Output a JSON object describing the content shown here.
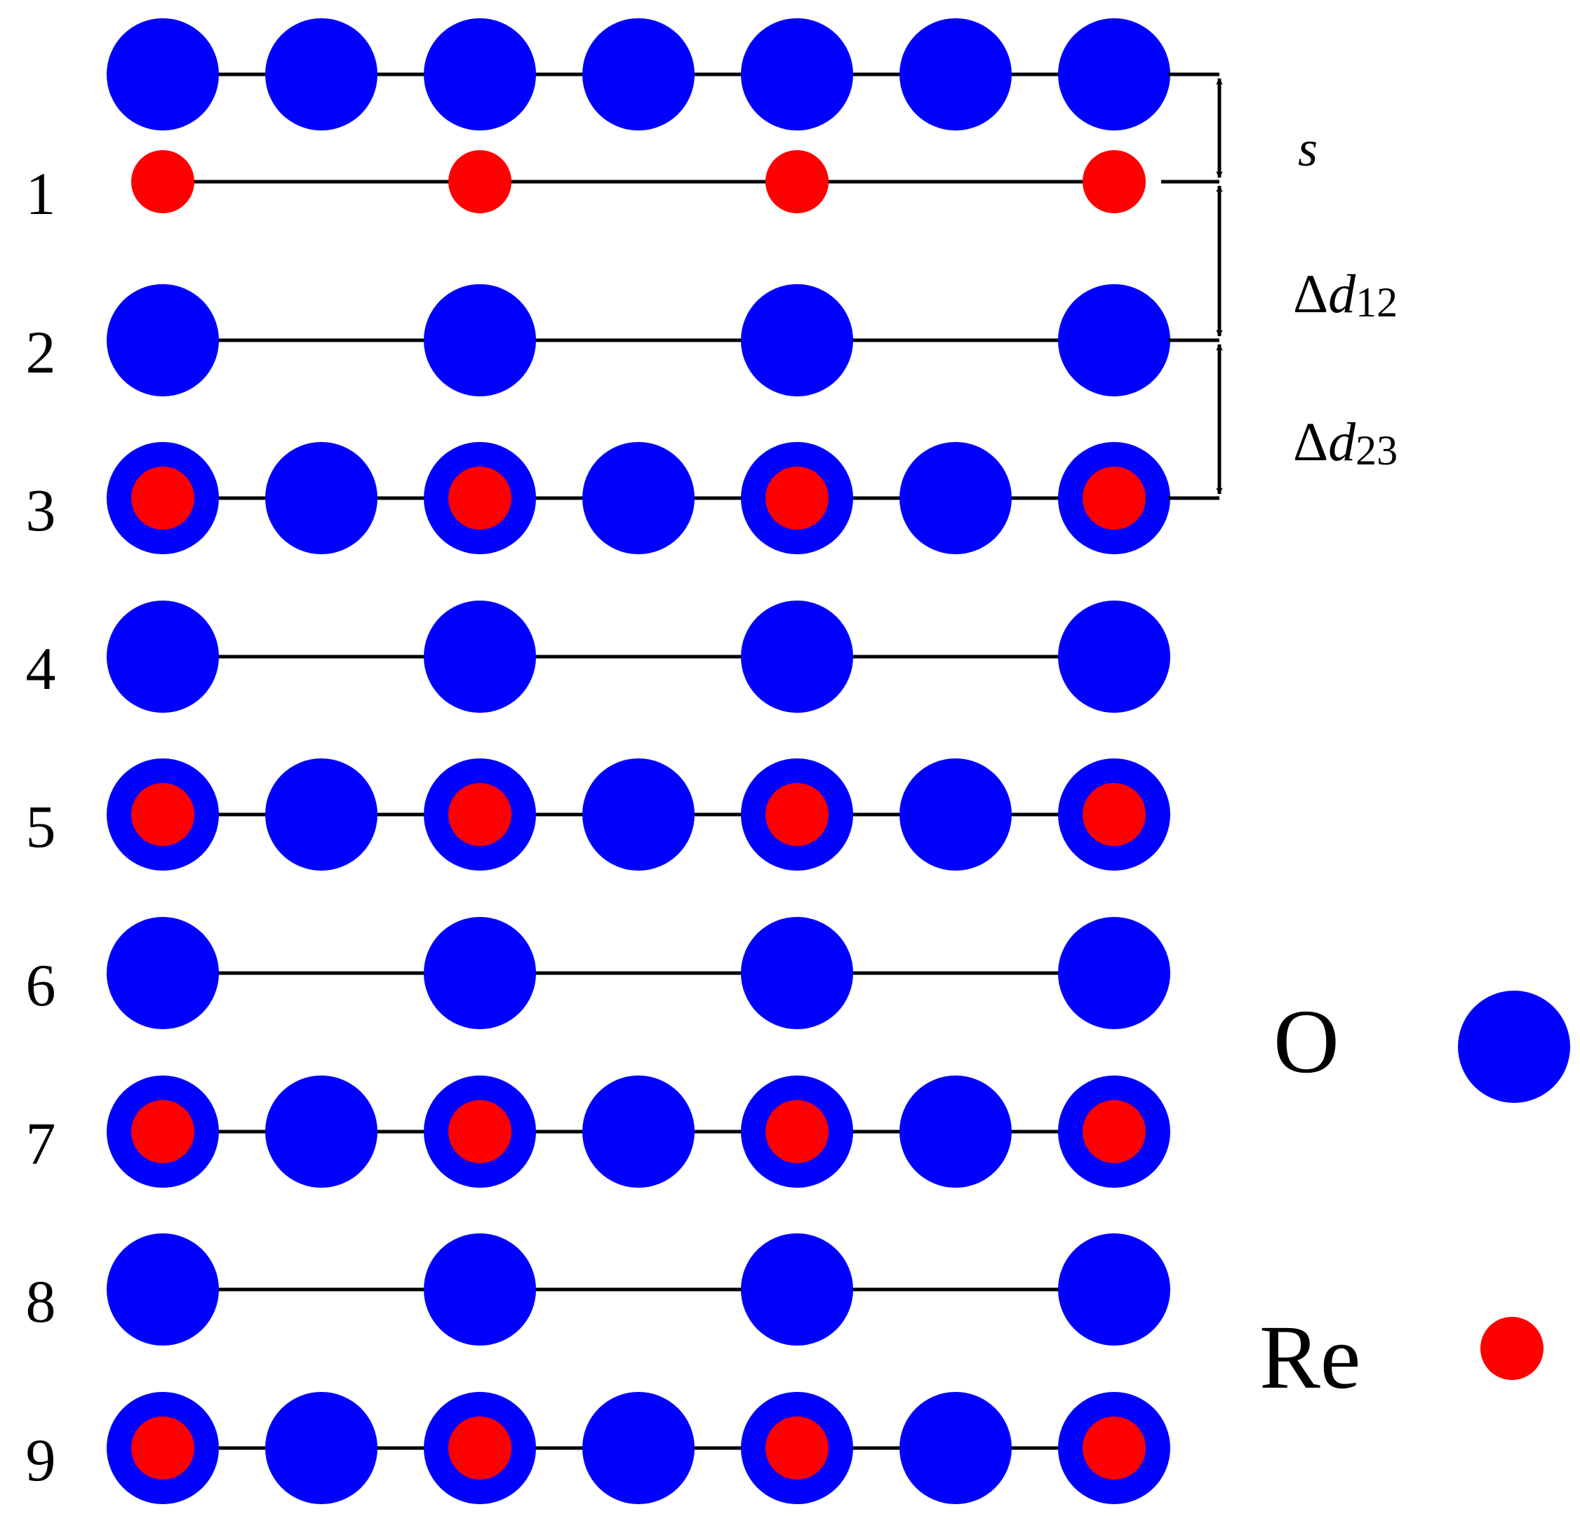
{
  "colors": {
    "oxygen": "#0000ff",
    "rhenium": "#ff0000",
    "line": "#000000",
    "background": "#ffffff"
  },
  "layers": [
    {
      "label": "",
      "pattern": "O-full"
    },
    {
      "label": "1",
      "pattern": "Re-alt"
    },
    {
      "label": "2",
      "pattern": "O-alt"
    },
    {
      "label": "3",
      "pattern": "ReO-mixed"
    },
    {
      "label": "4",
      "pattern": "O-alt"
    },
    {
      "label": "5",
      "pattern": "ReO-mixed"
    },
    {
      "label": "6",
      "pattern": "O-alt"
    },
    {
      "label": "7",
      "pattern": "ReO-mixed"
    },
    {
      "label": "8",
      "pattern": "O-alt"
    },
    {
      "label": "9",
      "pattern": "ReO-mixed"
    }
  ],
  "annotations": {
    "s": "s",
    "d12": {
      "delta": "Δ",
      "d": "d",
      "sub": "12"
    },
    "d23": {
      "delta": "Δ",
      "d": "d",
      "sub": "23"
    }
  },
  "legend": {
    "oxygen_label": "O",
    "rhenium_label": "Re"
  }
}
